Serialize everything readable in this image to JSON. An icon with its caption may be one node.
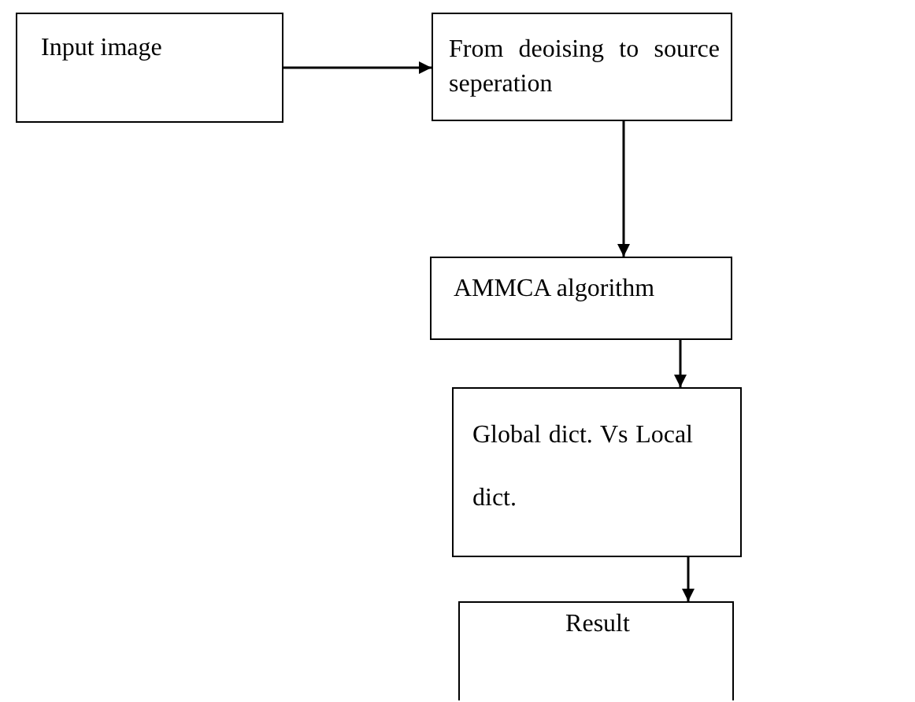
{
  "diagram": {
    "nodes": [
      {
        "text": [
          "Input image"
        ]
      },
      {
        "text": [
          "From deoising to source seperation"
        ]
      },
      {
        "text": [
          "AMMCA algorithm"
        ]
      },
      {
        "text": [
          "Global dict. Vs Local dict."
        ]
      },
      {
        "text": [
          "Result"
        ]
      }
    ],
    "edges": [
      {
        "from": 0,
        "to": 1,
        "arrow": "to"
      },
      {
        "from": 1,
        "to": 2,
        "arrow": "to"
      },
      {
        "from": 2,
        "to": 3,
        "arrow": "to"
      },
      {
        "from": 3,
        "to": 4,
        "arrow": "to"
      }
    ]
  }
}
